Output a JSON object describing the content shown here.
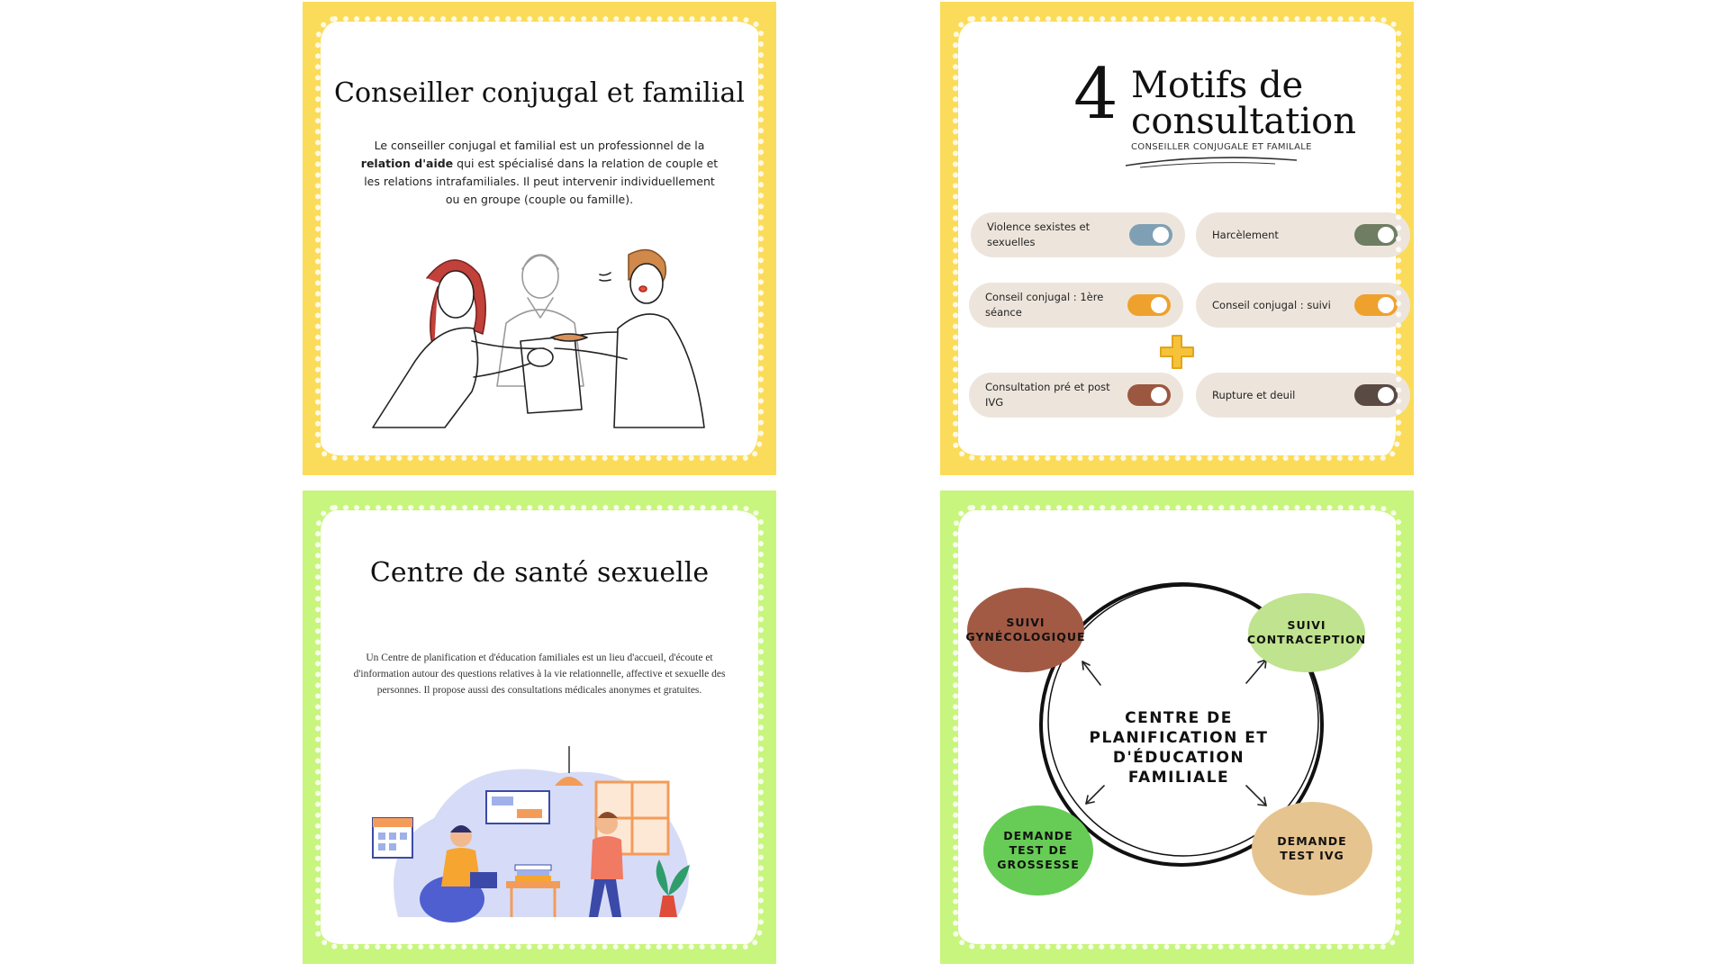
{
  "card1": {
    "title": "Conseiller conjugal et familial",
    "text_before": "Le conseiller conjugal et familial est un professionnel de la ",
    "text_bold_1": "relation d'aide",
    "text_after": " qui est spécialisé dans la relation de couple et les relations intrafamiliales. Il peut intervenir individuellement ou en groupe (couple ou famille).",
    "bg_color": "#fbdc5a"
  },
  "card2": {
    "number": "4",
    "title_line1": "Motifs de",
    "title_line2": "consultation",
    "subtitle": "CONSEILLER CONJUGALE ET FAMILALE",
    "items": [
      {
        "label": "Violence sexistes et sexuelles",
        "toggle_color": "#7fa0b4"
      },
      {
        "label": "Harcèlement",
        "toggle_color": "#6f7d62"
      },
      {
        "label": "Conseil conjugal : 1ère séance",
        "toggle_color": "#eea12c"
      },
      {
        "label": "Conseil conjugal : suivi",
        "toggle_color": "#eea12c"
      },
      {
        "label": "Consultation pré et post IVG",
        "toggle_color": "#9c5740"
      },
      {
        "label": "Rupture et deuil",
        "toggle_color": "#5a4a44"
      }
    ],
    "plus_color": "#f6c338",
    "bg_color": "#fbdc5a"
  },
  "card3": {
    "title": "Centre de santé sexuelle",
    "text": "Un Centre de planification et d'éducation familiales est un lieu d'accueil, d'écoute et d'information autour des questions relatives à la vie relationnelle, affective et sexuelle des personnes. Il propose aussi des consultations médicales anonymes et gratuites.",
    "bg_color": "#c8f57d"
  },
  "card4": {
    "center": "CENTRE DE PLANIFICATION ET D'ÉDUCATION FAMILIALE",
    "nodes": [
      {
        "label": "SUIVI GYNÉCOLOGIQUE",
        "color": "#a35a45"
      },
      {
        "label": "SUIVI CONTRACEPTION",
        "color": "#bfe38e"
      },
      {
        "label": "DEMANDE TEST DE GROSSESSE",
        "color": "#66cc55"
      },
      {
        "label": "DEMANDE TEST IVG",
        "color": "#e6c48f"
      }
    ],
    "bg_color": "#c8f57d"
  }
}
